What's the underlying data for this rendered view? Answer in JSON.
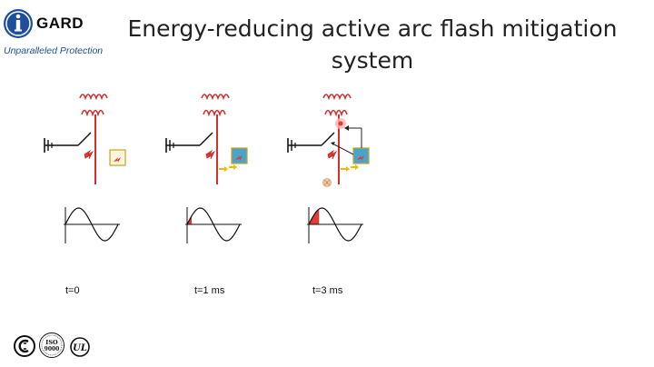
{
  "brand": {
    "name": "GARD",
    "tagline": "Unparalleled Protection",
    "logo_icon": "info-i-icon",
    "primary_color": "#1f4e9c"
  },
  "slide": {
    "title": "Energy-reducing active arc flash mitigation system"
  },
  "stages": [
    {
      "label": "t=0",
      "arc_level": 0.0
    },
    {
      "label": "t=1 ms",
      "arc_level": 0.33
    },
    {
      "label": "t=3 ms",
      "arc_level": 1.0
    }
  ],
  "certifications": [
    {
      "icon": "csa-certification-icon"
    },
    {
      "icon": "iso-9000-seal-icon",
      "text": "ISO 9000"
    },
    {
      "icon": "ul-certification-icon"
    }
  ],
  "colors": {
    "conductor": "#d32f2f",
    "arc_fill": "#e53935",
    "sensor_fill": "#4aa3c8",
    "signal_arrow": "#f5b800",
    "ground": "#111111"
  }
}
